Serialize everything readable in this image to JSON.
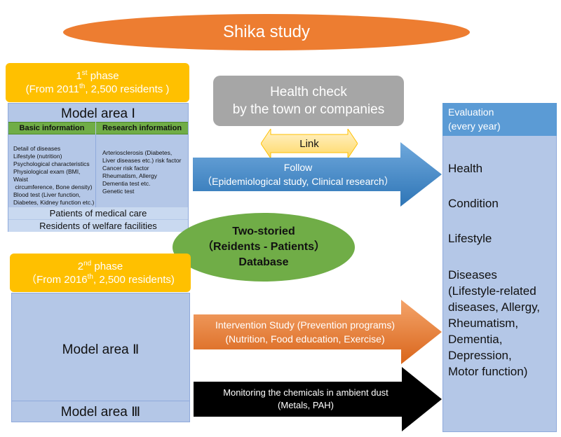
{
  "title": "Shika study",
  "phase1": {
    "line1_main": "1",
    "line1_sup": "st",
    "line1_rest": " phase",
    "line2_pre": "(From 2011",
    "line2_sup": "th",
    "line2_rest": ",  2,500 residents )",
    "model_title": "Model area Ⅰ",
    "basic_header": "Basic information",
    "research_header": "Research information",
    "basic_items": [
      "Detail of diseases",
      "Lifestyle (nutrition)",
      "Psychological characteristics",
      "Physiological exam (BMI, Waist",
      " circumference, Bone density)",
      "Blood test (Liver function,",
      "Diabetes, Kidney function etc.)"
    ],
    "research_items": [
      "Arteriosclerosis (Diabetes,",
      "Liver diseases etc.) risk factor",
      "Cancer risk factor",
      "Rheumatism, Allergy",
      "Dementia  test etc.",
      "Genetic test"
    ],
    "patients": "Patients of medical care",
    "residents": "Residents of welfare facilities"
  },
  "phase2": {
    "line1_main": "2",
    "line1_sup": "nd",
    "line1_rest": " phase",
    "line2_pre": "（From 2016",
    "line2_sup": "th",
    "line2_rest": ",  2,500 residents)",
    "model_area2": "Model area Ⅱ",
    "model_area3": "Model area Ⅲ"
  },
  "health_check": {
    "line1": "Health check",
    "line2": "by the town or companies"
  },
  "link_label": "Link",
  "follow": {
    "line1": "Follow",
    "line2": "（Epidemiological study, Clinical research）"
  },
  "database": {
    "line1": "Two-storied",
    "line2": "（Reidents - Patients）",
    "line3": "Database"
  },
  "intervention": {
    "line1": "Intervention Study (Prevention programs)",
    "line2": "(Nutrition, Food education, Exercise)"
  },
  "monitoring": {
    "line1": "Monitoring the chemicals in ambient dust",
    "line2": "(Metals, PAH)"
  },
  "evaluation": {
    "header_line1": "Evaluation",
    "header_line2": "(every year)",
    "health": "Health",
    "condition": "Condition",
    "lifestyle": "Lifestyle",
    "diseases": [
      "Diseases",
      "(Lifestyle-related",
      "diseases, Allergy,",
      "Rheumatism,",
      "Dementia,",
      "Depression,",
      "Motor function)"
    ]
  },
  "colors": {
    "orange": "#ed7d31",
    "gold": "#ffc000",
    "light_blue": "#b4c7e7",
    "blue": "#5b9bd5",
    "green": "#70ad47",
    "gray": "#a6a6a6",
    "black": "#000000"
  }
}
